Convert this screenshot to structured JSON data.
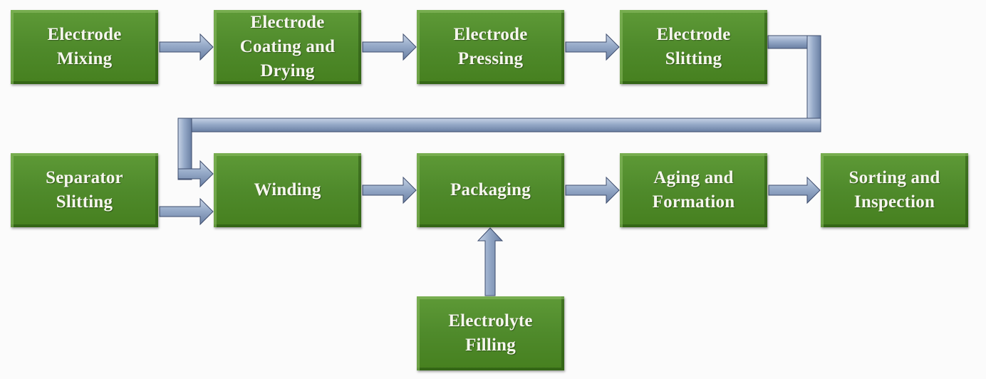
{
  "diagram": {
    "title": "Lithium Battery Manufacturing Process Flow",
    "colors": {
      "box_fill": "#4f8a2b",
      "box_text": "#f6f6ee",
      "arrow_fill": "#8fa3c2",
      "arrow_stroke": "#3e4d6e",
      "background": "#fbfbfb"
    },
    "steps": {
      "electrode_mixing": "Electrode\nMixing",
      "electrode_coating": "Electrode\nCoating and\nDrying",
      "electrode_pressing": "Electrode\nPressing",
      "electrode_slitting": "Electrode\nSlitting",
      "separator_slitting": "Separator\nSlitting",
      "winding": "Winding",
      "packaging": "Packaging",
      "aging_formation": "Aging and\nFormation",
      "sorting_inspection": "Sorting and\nInspection",
      "electrolyte_filling": "Electrolyte\nFilling"
    },
    "connections": [
      [
        "electrode_mixing",
        "electrode_coating"
      ],
      [
        "electrode_coating",
        "electrode_pressing"
      ],
      [
        "electrode_pressing",
        "electrode_slitting"
      ],
      [
        "electrode_slitting",
        "winding"
      ],
      [
        "separator_slitting",
        "winding"
      ],
      [
        "winding",
        "packaging"
      ],
      [
        "electrolyte_filling",
        "packaging"
      ],
      [
        "packaging",
        "aging_formation"
      ],
      [
        "aging_formation",
        "sorting_inspection"
      ]
    ]
  }
}
